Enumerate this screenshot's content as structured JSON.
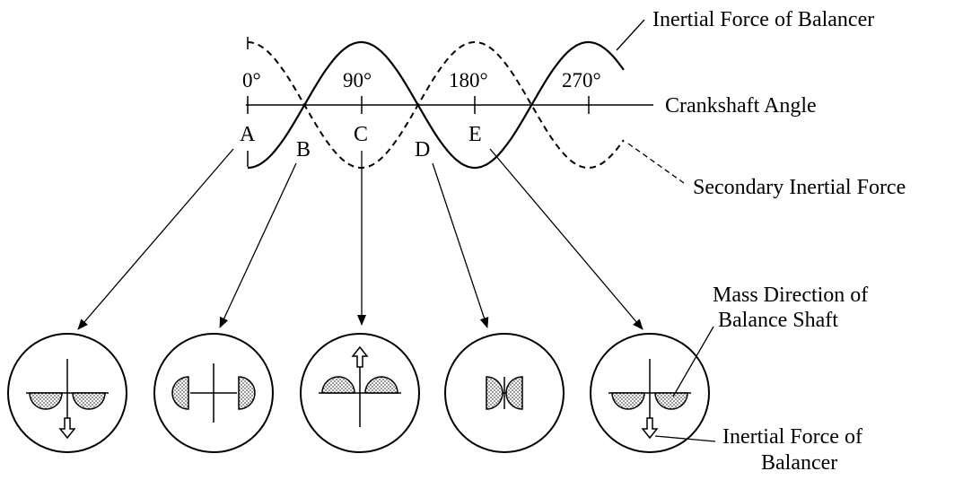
{
  "labels": {
    "balancer_force": "Inertial Force of Balancer",
    "crank_angle": "Crankshaft Angle",
    "secondary_force": "Secondary Inertial Force",
    "mass_direction_line1": "Mass Direction of",
    "mass_direction_line2": "Balance Shaft",
    "inertial_force_line1": "Inertial Force of",
    "inertial_force_line2": "Balancer"
  },
  "angle_ticks": [
    "0°",
    "90°",
    "180°",
    "270°"
  ],
  "points": [
    "A",
    "B",
    "C",
    "D",
    "E"
  ],
  "colors": {
    "ink": "#000000",
    "hatch": "#9a9a9a",
    "background": "#ffffff"
  }
}
